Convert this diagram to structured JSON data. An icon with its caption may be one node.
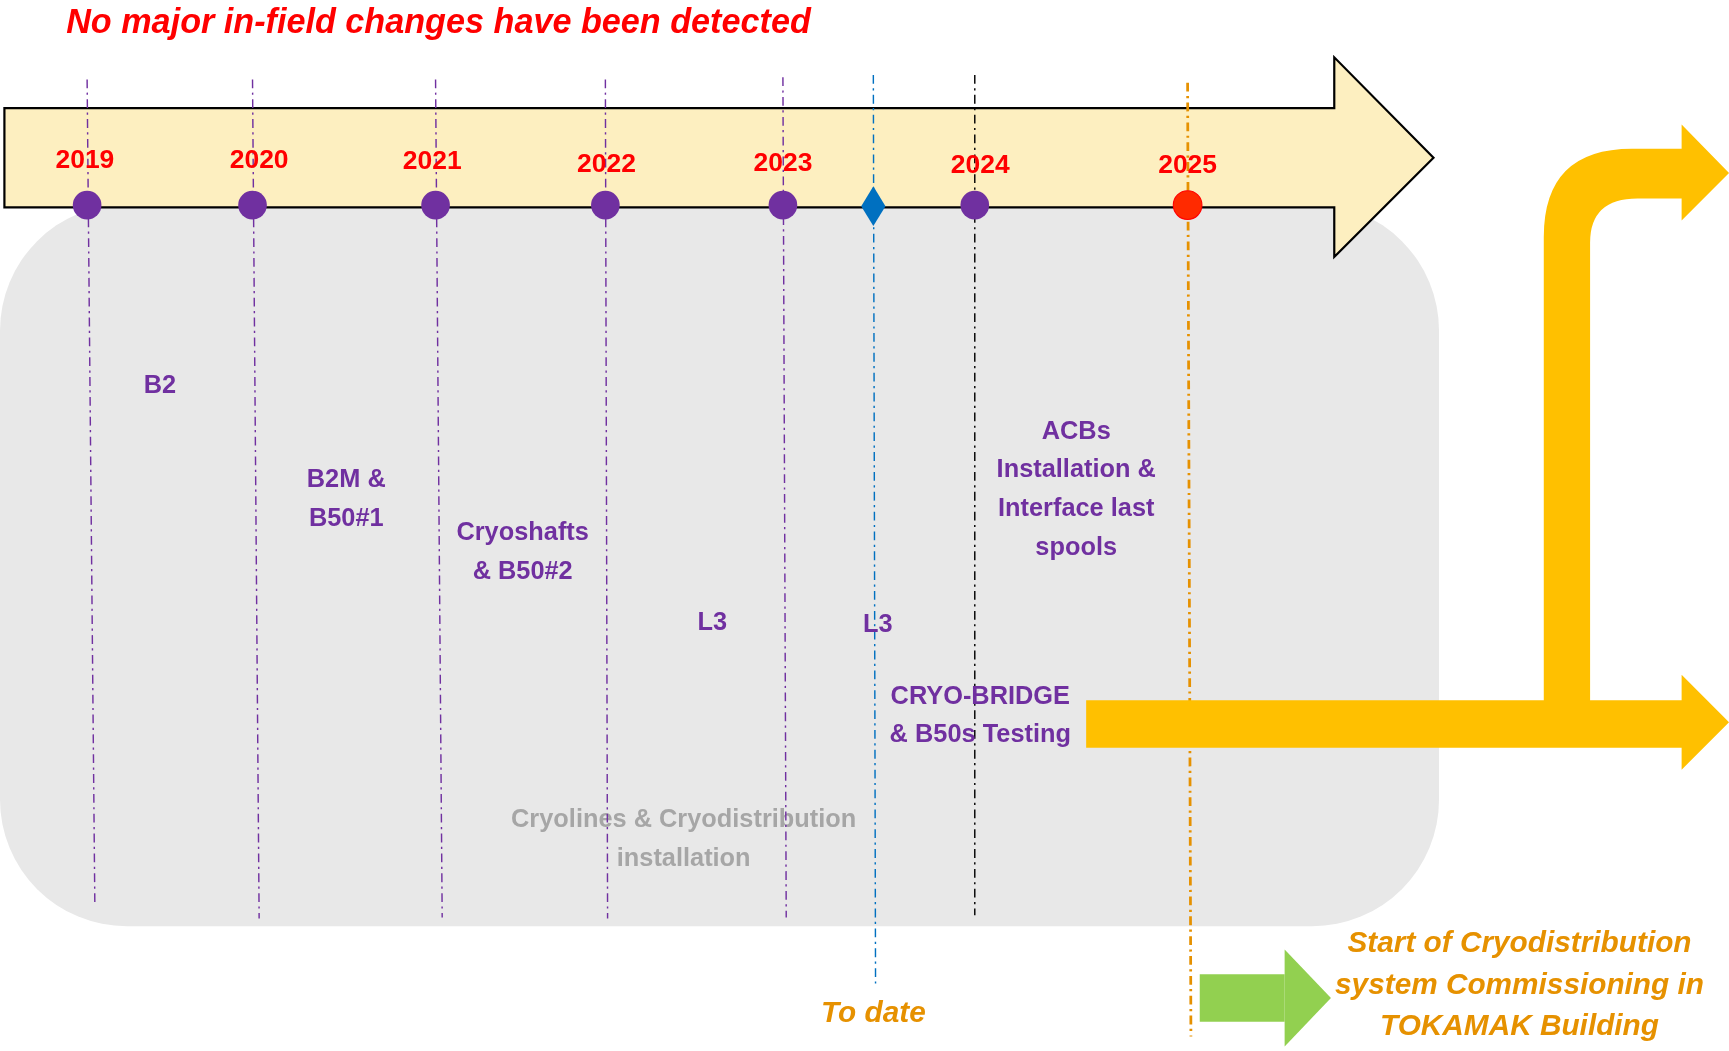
{
  "diagram": {
    "title": "No major in-field changes have been detected",
    "nodes": [
      {
        "text": [
          "Cryolines & Cryodistribution installation"
        ]
      },
      {
        "text": [
          "Start of Cryodistribution system Commissioning in TOKAMAK Building"
        ]
      }
    ],
    "edges": [
      {
        "from": null,
        "to": 1,
        "arrow": "to"
      }
    ],
    "labels": [
      "2019",
      "2020",
      "2021",
      "2022",
      "2023",
      "2024",
      "2025",
      "B2",
      "B2M & B50#1",
      "Cryoshafts & B50#2",
      "L3",
      "L3",
      "ACBs Installation & Interface last spools",
      "CRYO-BRIDGE & B50s Testing",
      "To date"
    ]
  }
}
